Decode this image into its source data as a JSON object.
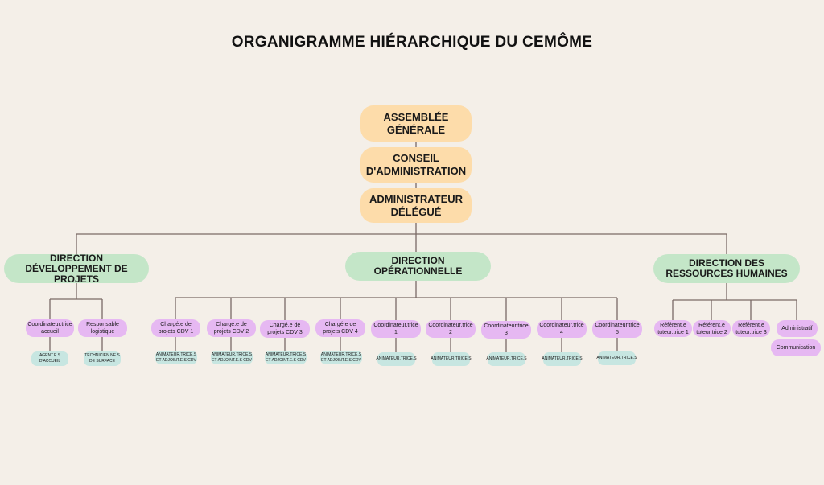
{
  "title": "ORGANIGRAMME HIÉRARCHIQUE DU CEMÔME",
  "governance": {
    "assemblee": "ASSEMBLÉE GÉNÉRALE",
    "conseil": "CONSEIL D'ADMINISTRATION",
    "administrateur": "ADMINISTRATEUR DÉLÉGUÉ"
  },
  "directions": {
    "dev": "DIRECTION DÉVELOPPEMENT DE PROJETS",
    "ops": "DIRECTION OPÉRATIONNELLE",
    "rh": "DIRECTION DES RESSOURCES HUMAINES"
  },
  "dev_branch": {
    "coord_accueil": "Coordinateur.trice accueil",
    "resp_logistique": "Responsable logistique",
    "agents_accueil": "AGENT.E.S D'ACCUEIL",
    "techniciens": "TECHNICIEN.NE.S DE SURFACE"
  },
  "ops_branch": {
    "charges": [
      "Chargé.e de projets CDV 1",
      "Chargé.e de projets CDV 2",
      "Chargé.e de projets CDV 3",
      "Chargé.e de projets CDV 4"
    ],
    "charges_staff": "ANIMATEUR.TRICE.S ET ADJOINT.E.S CDV",
    "coordinateurs": [
      "Coordinateur.trice 1",
      "Coordinateur.trice 2",
      "Coordinateur.trice 3",
      "Coordinateur.trice 4",
      "Coordinateur.trice 5"
    ],
    "coord_staff": "ANIMATEUR.TRICE.S"
  },
  "rh_branch": {
    "referents": [
      "Référent.e tuteur.trice 1",
      "Référent.e tuteur.trice 2",
      "Référent.e tuteur.trice 3"
    ],
    "administratif": "Administratif",
    "communication": "Communication"
  },
  "colors": {
    "background": "#f4efe8",
    "governance": "#fddcaa",
    "direction": "#c4e6c8",
    "role": "#e6b8f2",
    "staff": "#c7e6e1",
    "connector": "#7a6a66"
  }
}
